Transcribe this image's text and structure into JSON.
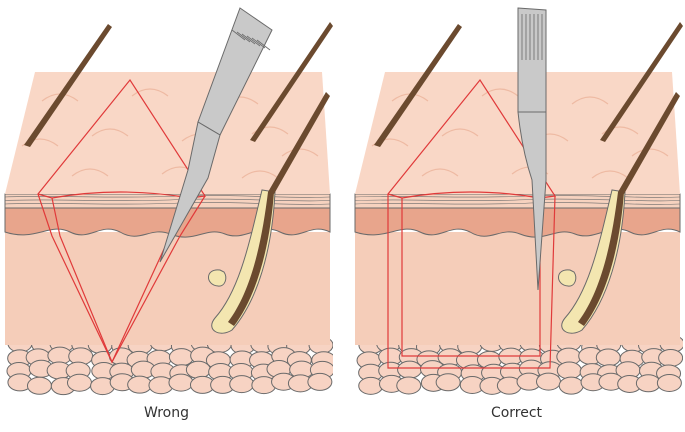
{
  "panels": [
    {
      "id": "wrong",
      "caption": "Wrong",
      "incision": "angled"
    },
    {
      "id": "correct",
      "caption": "Correct",
      "incision": "vertical"
    }
  ],
  "colors": {
    "epidermis": "#f9d7c6",
    "epidermis_top": "#f6d2bf",
    "dermis": "#f5cdb9",
    "papillary_layer": "#e8a58c",
    "fat": "#f7d3c3",
    "hair": "#6b4a2f",
    "follicle": "#f3e6b0",
    "incision_line": "#e03a3a",
    "blade": "#c9c9c9",
    "outline": "#6a6a6a"
  }
}
